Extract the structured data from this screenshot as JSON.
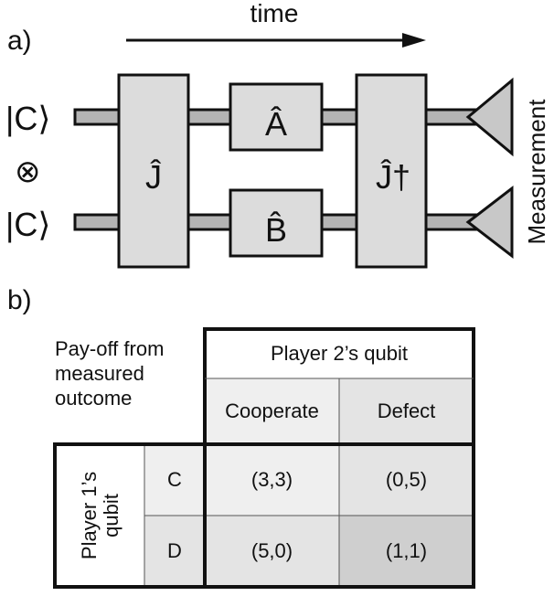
{
  "panel_a": {
    "label": "a)",
    "time_label": "time",
    "input_top": "|C⟩",
    "tensor_symbol": "⊗",
    "input_bottom": "|C⟩",
    "gate_j": "Ĵ",
    "gate_a": "Â",
    "gate_b": "B̂",
    "gate_j_dagger": "Ĵ†",
    "measurement_label": "Measurement"
  },
  "panel_b": {
    "label": "b)",
    "corner_text": [
      "Pay-off from",
      "measured",
      "outcome"
    ],
    "player2_header": "Player 2’s qubit",
    "col_cooperate": "Cooperate",
    "col_defect": "Defect",
    "player1_header": [
      "Player 1’s",
      "qubit"
    ],
    "row_c": "C",
    "row_d": "D",
    "cells": {
      "cc": "(3,3)",
      "cd": "(0,5)",
      "dc": "(5,0)",
      "dd": "(1,1)"
    }
  },
  "colors": {
    "box_fill": "#dcdcdc",
    "wire_fill": "#b4b4b4",
    "cell_light": "#efefef",
    "cell_mid": "#e2e2e2",
    "cell_dark": "#cfcfcf",
    "stroke": "#111111"
  }
}
